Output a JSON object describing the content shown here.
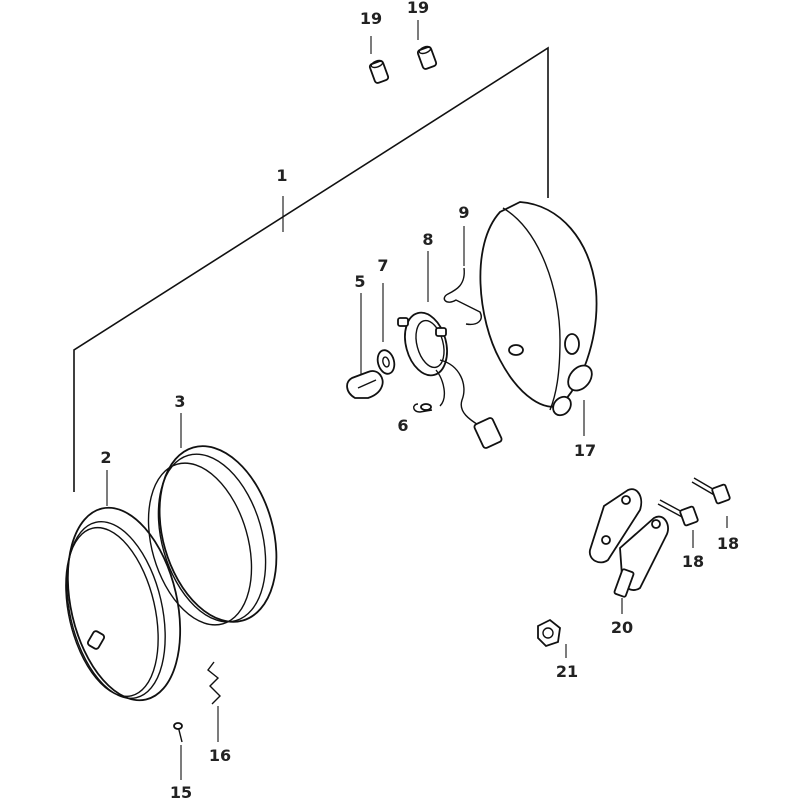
{
  "labels": {
    "l1": "1",
    "l2": "2",
    "l3": "3",
    "l5": "5",
    "l6": "6",
    "l7": "7",
    "l8": "8",
    "l9": "9",
    "l15": "15",
    "l16": "16",
    "l17": "17",
    "l18a": "18",
    "l18b": "18",
    "l19a": "19",
    "l19b": "19",
    "l20": "20",
    "l21": "21"
  }
}
